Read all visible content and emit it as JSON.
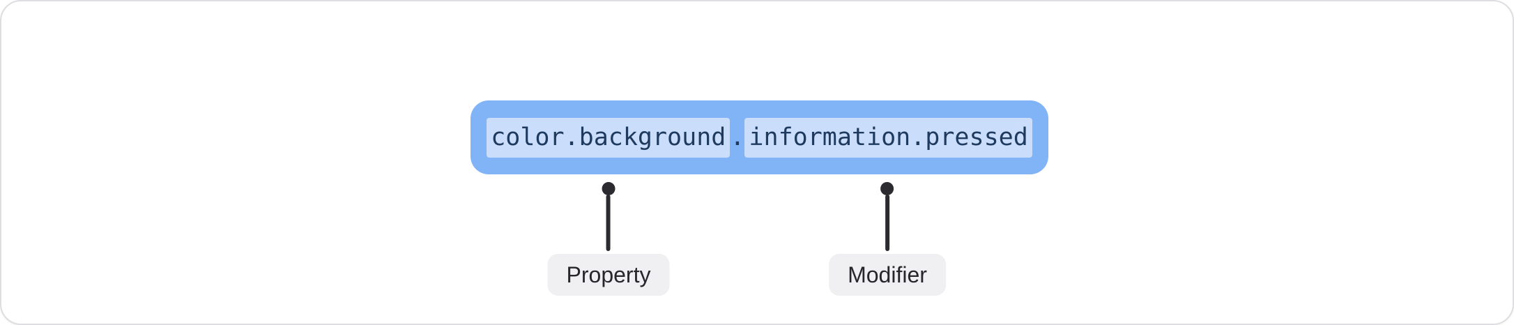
{
  "token": {
    "property_segment": "color.background",
    "separator": ".",
    "modifier_segment": "information.pressed",
    "full_name": "color.background.information.pressed"
  },
  "callouts": [
    {
      "label": "Property"
    },
    {
      "label": "Modifier"
    }
  ],
  "colors": {
    "token_box_bg": "#81B4F7",
    "token_highlight_bg": "#CADDFA",
    "token_text": "#1E3A5E",
    "callout_line": "#2C2C30",
    "label_bg": "#F0F0F2",
    "label_text": "#27272B",
    "card_bg": "#FFFFFF",
    "card_border": "#DEDEE2"
  }
}
